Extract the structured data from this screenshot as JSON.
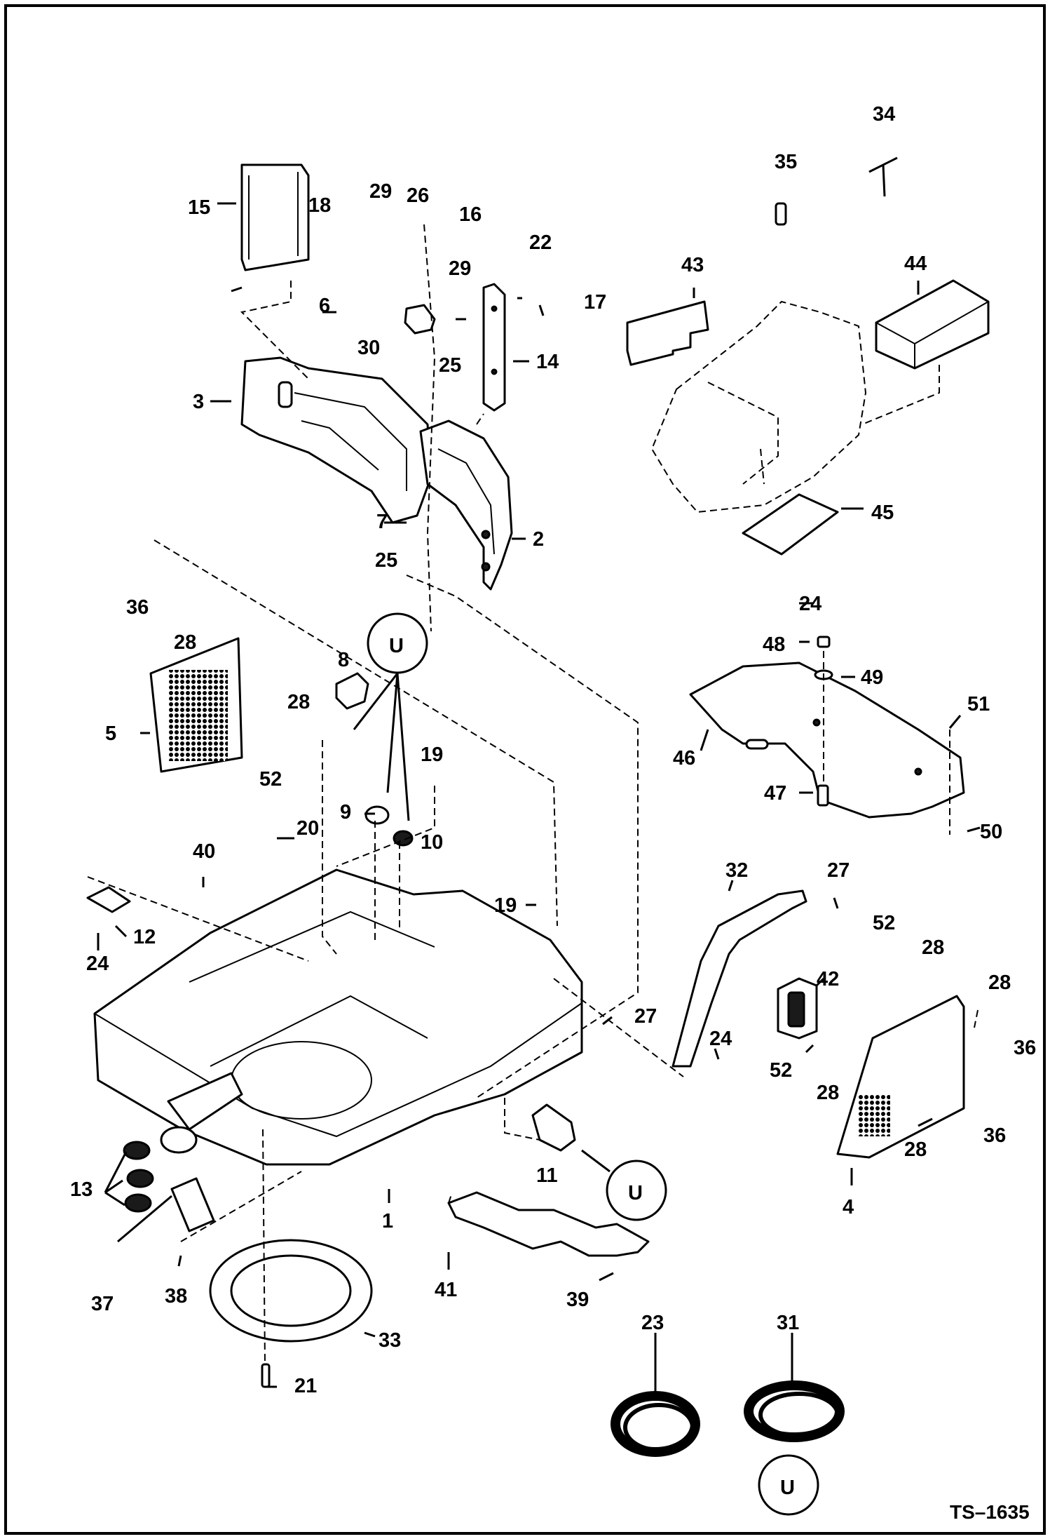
{
  "drawing_ref": "TS–1635",
  "symbol": {
    "letter": "U"
  },
  "callouts": [
    {
      "id": "1",
      "text": "1"
    },
    {
      "id": "2",
      "text": "2"
    },
    {
      "id": "3",
      "text": "3"
    },
    {
      "id": "4",
      "text": "4"
    },
    {
      "id": "5",
      "text": "5"
    },
    {
      "id": "6",
      "text": "6"
    },
    {
      "id": "7",
      "text": "7"
    },
    {
      "id": "8",
      "text": "8"
    },
    {
      "id": "9",
      "text": "9"
    },
    {
      "id": "10",
      "text": "10"
    },
    {
      "id": "11",
      "text": "11"
    },
    {
      "id": "12",
      "text": "12"
    },
    {
      "id": "13",
      "text": "13"
    },
    {
      "id": "14",
      "text": "14"
    },
    {
      "id": "15",
      "text": "15"
    },
    {
      "id": "16",
      "text": "16"
    },
    {
      "id": "17",
      "text": "17"
    },
    {
      "id": "18",
      "text": "18"
    },
    {
      "id": "19a",
      "text": "19"
    },
    {
      "id": "19b",
      "text": "19"
    },
    {
      "id": "20",
      "text": "20"
    },
    {
      "id": "21",
      "text": "21"
    },
    {
      "id": "22",
      "text": "22"
    },
    {
      "id": "23",
      "text": "23"
    },
    {
      "id": "24a",
      "text": "24"
    },
    {
      "id": "24b",
      "text": "24"
    },
    {
      "id": "24c",
      "text": "24"
    },
    {
      "id": "25a",
      "text": "25"
    },
    {
      "id": "25b",
      "text": "25"
    },
    {
      "id": "26",
      "text": "26"
    },
    {
      "id": "27a",
      "text": "27"
    },
    {
      "id": "27b",
      "text": "27"
    },
    {
      "id": "28a",
      "text": "28"
    },
    {
      "id": "28b",
      "text": "28"
    },
    {
      "id": "28c",
      "text": "28"
    },
    {
      "id": "28d",
      "text": "28"
    },
    {
      "id": "28e",
      "text": "28"
    },
    {
      "id": "28f",
      "text": "28"
    },
    {
      "id": "29a",
      "text": "29"
    },
    {
      "id": "29b",
      "text": "29"
    },
    {
      "id": "30",
      "text": "30"
    },
    {
      "id": "31",
      "text": "31"
    },
    {
      "id": "32",
      "text": "32"
    },
    {
      "id": "33",
      "text": "33"
    },
    {
      "id": "34",
      "text": "34"
    },
    {
      "id": "35",
      "text": "35"
    },
    {
      "id": "36a",
      "text": "36"
    },
    {
      "id": "36b",
      "text": "36"
    },
    {
      "id": "36c",
      "text": "36"
    },
    {
      "id": "37",
      "text": "37"
    },
    {
      "id": "38",
      "text": "38"
    },
    {
      "id": "39",
      "text": "39"
    },
    {
      "id": "40",
      "text": "40"
    },
    {
      "id": "41",
      "text": "41"
    },
    {
      "id": "42",
      "text": "42"
    },
    {
      "id": "43",
      "text": "43"
    },
    {
      "id": "44",
      "text": "44"
    },
    {
      "id": "45",
      "text": "45"
    },
    {
      "id": "46",
      "text": "46"
    },
    {
      "id": "47",
      "text": "47"
    },
    {
      "id": "48",
      "text": "48"
    },
    {
      "id": "49",
      "text": "49"
    },
    {
      "id": "50",
      "text": "50"
    },
    {
      "id": "51",
      "text": "51"
    },
    {
      "id": "52a",
      "text": "52"
    },
    {
      "id": "52b",
      "text": "52"
    },
    {
      "id": "52c",
      "text": "52"
    }
  ]
}
